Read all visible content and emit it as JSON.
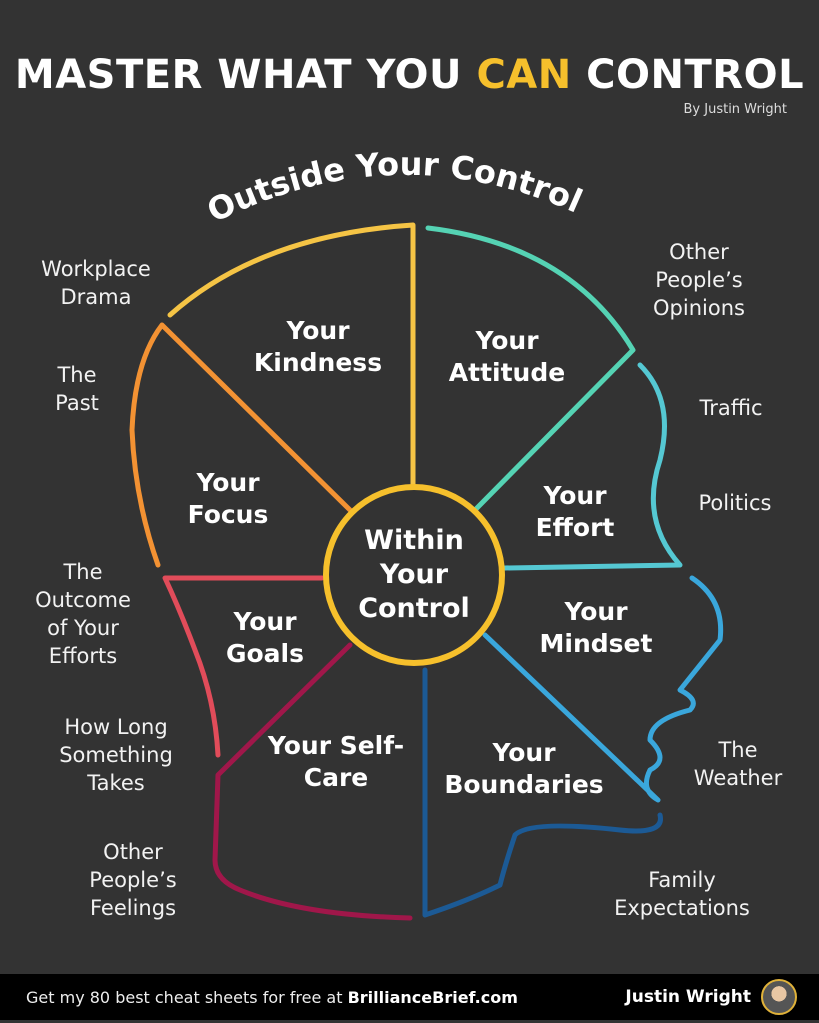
{
  "header": {
    "title_part1": "MASTER WHAT YOU ",
    "title_highlight": "CAN",
    "title_part2": " CONTROL",
    "byline": "By Justin Wright"
  },
  "outside_heading": "Outside Your Control",
  "center_label": "Within Your Control",
  "within": [
    {
      "label": "Your Kindness",
      "color": "#f5c445"
    },
    {
      "label": "Your Attitude",
      "color": "#55d3b4"
    },
    {
      "label": "Your Effort",
      "color": "#55c8d3"
    },
    {
      "label": "Your Mindset",
      "color": "#3aa7dc"
    },
    {
      "label": "Your Boundaries",
      "color": "#1c5a95"
    },
    {
      "label": "Your Self-Care",
      "color": "#a0174a"
    },
    {
      "label": "Your Goals",
      "color": "#e14c5a"
    },
    {
      "label": "Your Focus",
      "color": "#f39233"
    }
  ],
  "outside": [
    "Workplace Drama",
    "The Past",
    "The Outcome of Your Efforts",
    "How Long Something Takes",
    "Other People’s Feelings",
    "Other People’s Opinions",
    "Traffic",
    "Politics",
    "The Weather",
    "Family Expectations"
  ],
  "footer": {
    "promo_text": "Get my 80 best cheat sheets for free at ",
    "promo_link": "BrillianceBrief.com",
    "author": "Justin Wright"
  }
}
